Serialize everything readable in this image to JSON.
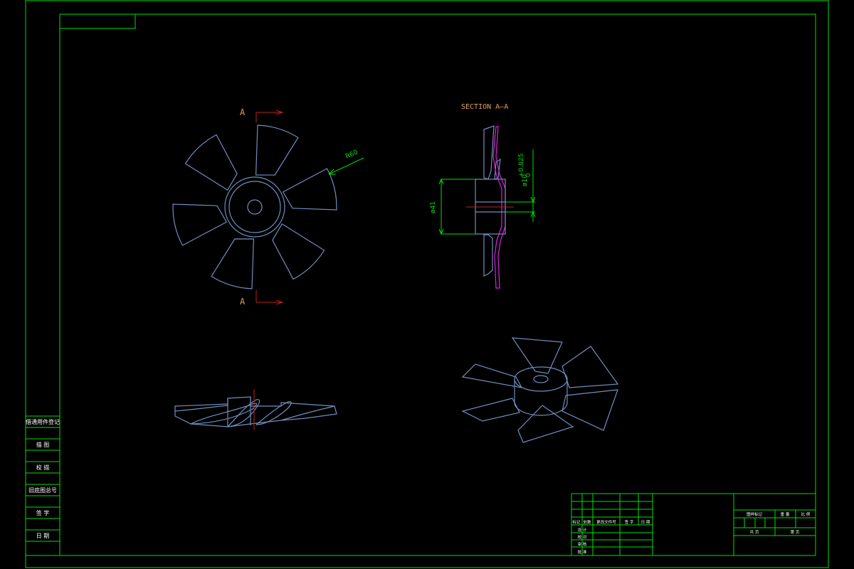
{
  "colors": {
    "frame": "#00e000",
    "blade": "#6f8fbf",
    "section_mark": "#c02020",
    "highlight": "#e020e0",
    "note": "#e0a060"
  },
  "views": {
    "section_title": "SECTION A—A",
    "section_mark_top": "A",
    "section_mark_bottom": "A",
    "radius_label": "R60",
    "diameter_label": "ø41",
    "hole_label": "ø10",
    "hole_tol_upper": "+0.025",
    "hole_tol_lower": "0"
  },
  "side_table": {
    "rows": [
      "借通用件登记",
      "描 图",
      "校 描",
      "旧底图总号",
      "签 字",
      "日 期"
    ]
  },
  "title_block": {
    "change_header": [
      "标记",
      "处数",
      "更改文件号",
      "签 字",
      "日 期"
    ],
    "roles": [
      "设 计",
      "校 对",
      "审 核",
      "批 准"
    ],
    "right_header": [
      "图样标记",
      "重 量",
      "比 例"
    ],
    "sheet_total": "共   页",
    "sheet_num": "第   页"
  }
}
